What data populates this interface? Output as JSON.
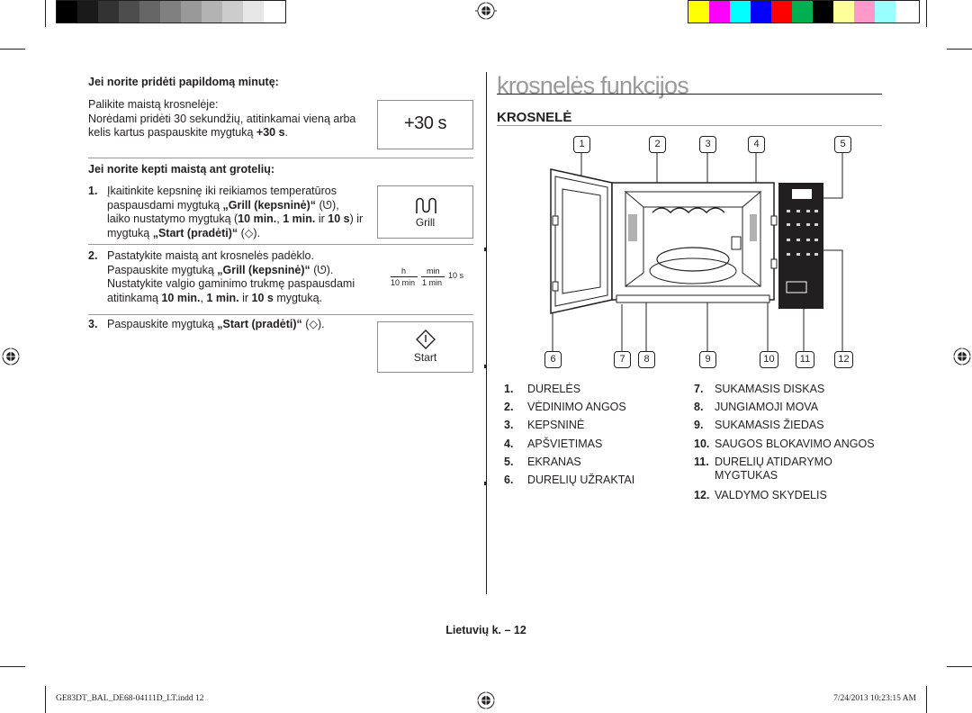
{
  "print_marks": {
    "gray_swatches": [
      "#000000",
      "#1a1a1a",
      "#333333",
      "#4d4d4d",
      "#666666",
      "#808080",
      "#999999",
      "#b3b3b3",
      "#cccccc",
      "#e6e6e6",
      "#ffffff"
    ],
    "color_swatches": [
      "#ffff00",
      "#ff00ff",
      "#00ffff",
      "#0000ff",
      "#ff0000",
      "#00b050",
      "#000000",
      "#ffff99",
      "#ff99cc",
      "#99ffff",
      "#ffffff"
    ]
  },
  "left": {
    "section1_heading": "Jei norite pridėti papildomą minutę:",
    "section1_p1": "Palikite maistą krosnelėje:",
    "section1_p2_a": "Norėdami pridėti 30 sekundžių, atitinkamai vieną arba",
    "section1_p2_b": "kelis kartus paspauskite mygtuką ",
    "section1_p2_bold": "+30 s",
    "section1_p2_end": ".",
    "section2_heading": "Jei norite kepti maistą ant grotelių:",
    "step1_num": "1.",
    "step1_l1": "Įkaitinkite kepsninę iki reikiamos temperatūros",
    "step1_l2a": "paspausdami mygtuką ",
    "step1_l2b": "„Grill (kepsninė)“",
    "step1_l2c": " (ᘎ),",
    "step1_l3a": "laiko nustatymo mygtuką (",
    "step1_l3b": "10 min.",
    "step1_l3c": ", ",
    "step1_l3d": "1 min.",
    "step1_l3e": " ir ",
    "step1_l3f": "10 s",
    "step1_l3g": ") ir",
    "step1_l4a": "mygtuką ",
    "step1_l4b": "„Start (pradėti)“",
    "step1_l4c": " (◇).",
    "step2_num": "2.",
    "step2_l1": "Pastatykite maistą ant krosnelės padėklo.",
    "step2_l2a": "Paspauskite mygtuką ",
    "step2_l2b": "„Grill (kepsninė)“",
    "step2_l2c": " (ᘎ).",
    "step2_l3": "Nustatykite valgio gaminimo trukmę paspausdami",
    "step2_l4a": "atitinkamą ",
    "step2_l4b": "10 min.",
    "step2_l4c": ", ",
    "step2_l4d": "1 min.",
    "step2_l4e": " ir ",
    "step2_l4f": "10 s",
    "step2_l4g": " mygtuką.",
    "step3_num": "3.",
    "step3_a": "Paspauskite mygtuką ",
    "step3_b": "„Start (pradėti)“",
    "step3_c": " (◇).",
    "btn_plus30": "+30 s",
    "btn_grill": "Grill",
    "btn_h": "h",
    "btn_min": "min",
    "btn_10min": "10 min",
    "btn_1min": "1 min",
    "btn_10s": "10 s",
    "btn_start": "Start"
  },
  "right": {
    "title": "krosnelės funkcijos",
    "subtitle": "KROSNELĖ",
    "callouts_top": [
      "1",
      "2",
      "3",
      "4",
      "5"
    ],
    "callouts_bottom": [
      "6",
      "7",
      "8",
      "9",
      "10",
      "11",
      "12"
    ],
    "legend_left": [
      {
        "num": "1.",
        "label": "DURELĖS"
      },
      {
        "num": "2.",
        "label": "VĖDINIMO ANGOS"
      },
      {
        "num": "3.",
        "label": "KEPSNINĖ"
      },
      {
        "num": "4.",
        "label": "APŠVIETIMAS"
      },
      {
        "num": "5.",
        "label": "EKRANAS"
      },
      {
        "num": "6.",
        "label": "DURELIŲ UŽRAKTAI"
      }
    ],
    "legend_right": [
      {
        "num": "7.",
        "label": "SUKAMASIS DISKAS"
      },
      {
        "num": "8.",
        "label": "JUNGIAMOJI MOVA"
      },
      {
        "num": "9.",
        "label": "SUKAMASIS ŽIEDAS"
      },
      {
        "num": "10.",
        "label": "SAUGOS BLOKAVIMO ANGOS"
      },
      {
        "num": "11.",
        "label": "DURELIŲ ATIDARYMO"
      },
      {
        "num": "",
        "label": "MYGTUKAS"
      },
      {
        "num": "12.",
        "label": "VALDYMO SKYDELIS"
      }
    ]
  },
  "footer": {
    "page_label": "Lietuvių k. – 12",
    "file_info": "GE83DT_BAL_DE68-04111D_LT.indd   12",
    "timestamp": "7/24/2013   10:23:15 AM"
  }
}
